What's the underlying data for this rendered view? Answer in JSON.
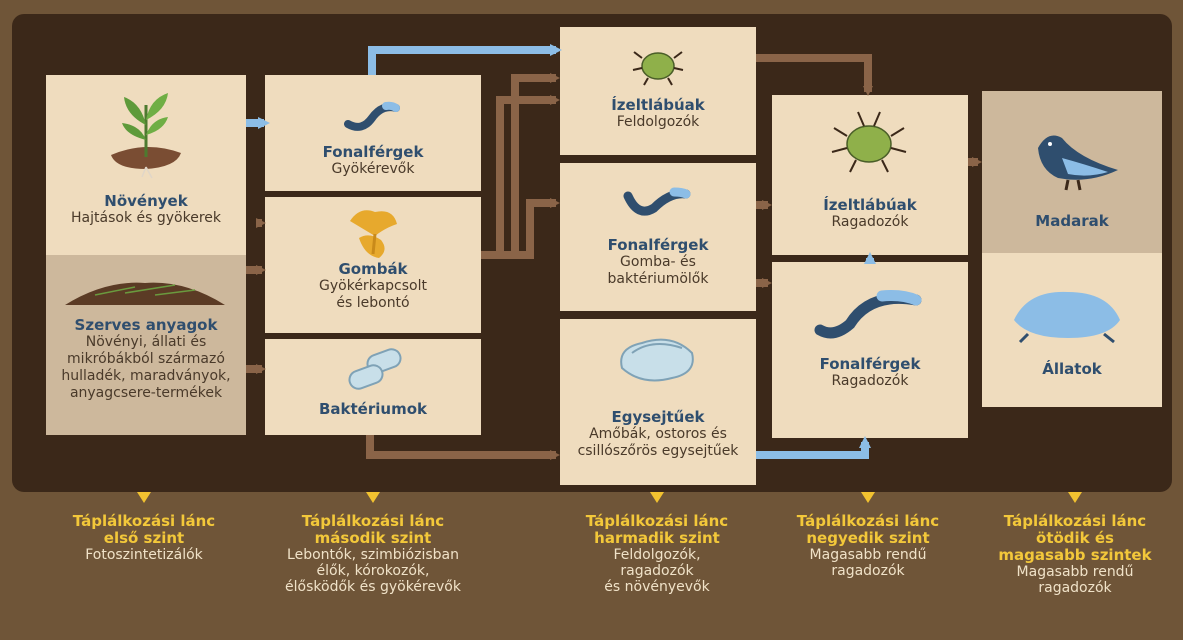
{
  "nodes": {
    "plants": {
      "title": "Növények",
      "sub": "Hajtások és gyökerek"
    },
    "organic": {
      "title": "Szerves anyagok",
      "sub1": "Növényi, állati és",
      "sub2": "mikróbákból származó",
      "sub3": "hulladék, maradványok,",
      "sub4": "anyagcsere-termékek"
    },
    "nematodes_root": {
      "title": "Fonalférgek",
      "sub": "Gyökérevők"
    },
    "fungi": {
      "title": "Gombák",
      "sub1": "Gyökérkapcsolt",
      "sub2": "és lebontó"
    },
    "bacteria": {
      "title": "Baktériumok"
    },
    "arthropods_shredders": {
      "title": "Ízeltlábúak",
      "sub": "Feldolgozók"
    },
    "nematodes_fungal": {
      "title": "Fonalférgek",
      "sub1": "Gomba- és",
      "sub2": "baktériumölők"
    },
    "protozoa": {
      "title": "Egysejtűek",
      "sub1": "Amőbák, ostoros és",
      "sub2": "csillószőrös egysejtűek"
    },
    "arthropods_predators": {
      "title": "Ízeltlábúak",
      "sub": "Ragadozók"
    },
    "nematodes_predators": {
      "title": "Fonalférgek",
      "sub": "Ragadozók"
    },
    "birds": {
      "title": "Madarak"
    },
    "animals": {
      "title": "Állatok"
    }
  },
  "levels": [
    {
      "t1": "Táplálkozási lánc",
      "t2": "első szint",
      "d1": "Fotoszintetizálók",
      "d2": "",
      "d3": ""
    },
    {
      "t1": "Táplálkozási lánc",
      "t2": "második szint",
      "d1": "Lebontók, szimbiózisban",
      "d2": "élők, kórokozók,",
      "d3": "élősködők és gyökérevők"
    },
    {
      "t1": "Táplálkozási lánc",
      "t2": "harmadik szint",
      "d1": "Feldolgozók,",
      "d2": "ragadozók",
      "d3": "és növényevők"
    },
    {
      "t1": "Táplálkozási lánc",
      "t2": "negyedik szint",
      "d1": "Magasabb rendű",
      "d2": "ragadozók",
      "d3": ""
    },
    {
      "t1": "Táplálkozási lánc",
      "t2": "ötödik és",
      "t3": "magasabb szintek",
      "d1": "Magasabb rendű",
      "d2": "ragadozók"
    }
  ],
  "colors": {
    "brown_arrow": "#8a6448",
    "blue_arrow": "#8cbde6",
    "panel": "#3b2819",
    "box": "#efdcbe",
    "title": "#2f4e6e",
    "level_title": "#f3c83a"
  }
}
